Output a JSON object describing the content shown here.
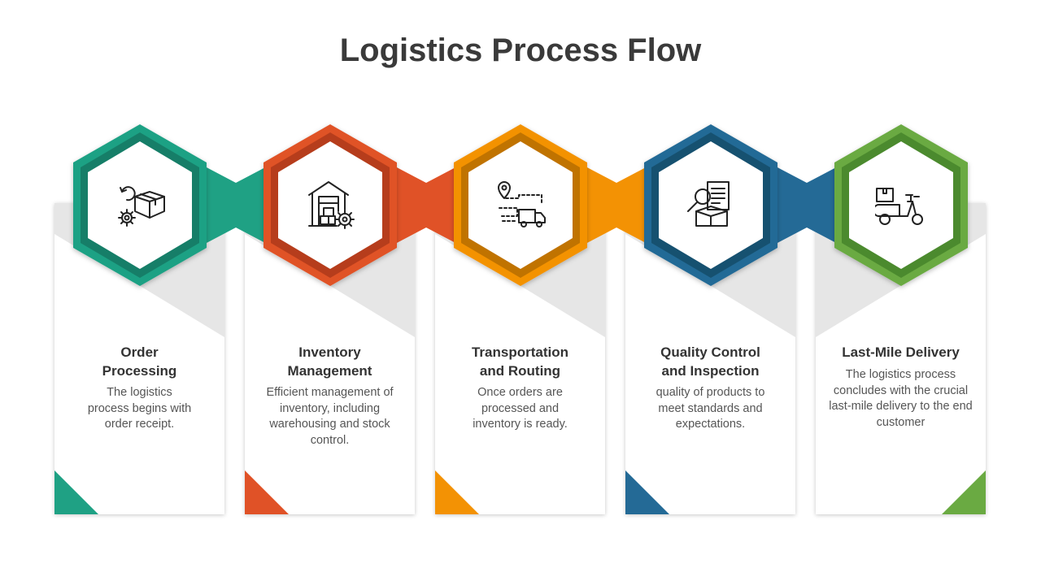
{
  "title": "Logistics Process Flow",
  "colors": {
    "step1": "#1fa184",
    "step2": "#e05227",
    "step3": "#f39204",
    "step4": "#246a96",
    "step5": "#6aaa42"
  },
  "steps": [
    {
      "title": "Order Processing",
      "description": "The logistics process begins with order receipt.",
      "icon": "box-gear-icon"
    },
    {
      "title": "Inventory Management",
      "description": "Efficient management of inventory, including warehousing and stock control.",
      "icon": "warehouse-gear-icon"
    },
    {
      "title": "Transportation and Routing",
      "description": "Once orders are processed and inventory is ready.",
      "icon": "route-truck-icon"
    },
    {
      "title": "Quality Control and Inspection",
      "description": "quality of products to meet standards and expectations.",
      "icon": "inspection-box-icon"
    },
    {
      "title": "Last-Mile Delivery",
      "description": "The logistics process concludes with the crucial last-mile delivery to the end customer",
      "icon": "delivery-scooter-icon"
    }
  ]
}
